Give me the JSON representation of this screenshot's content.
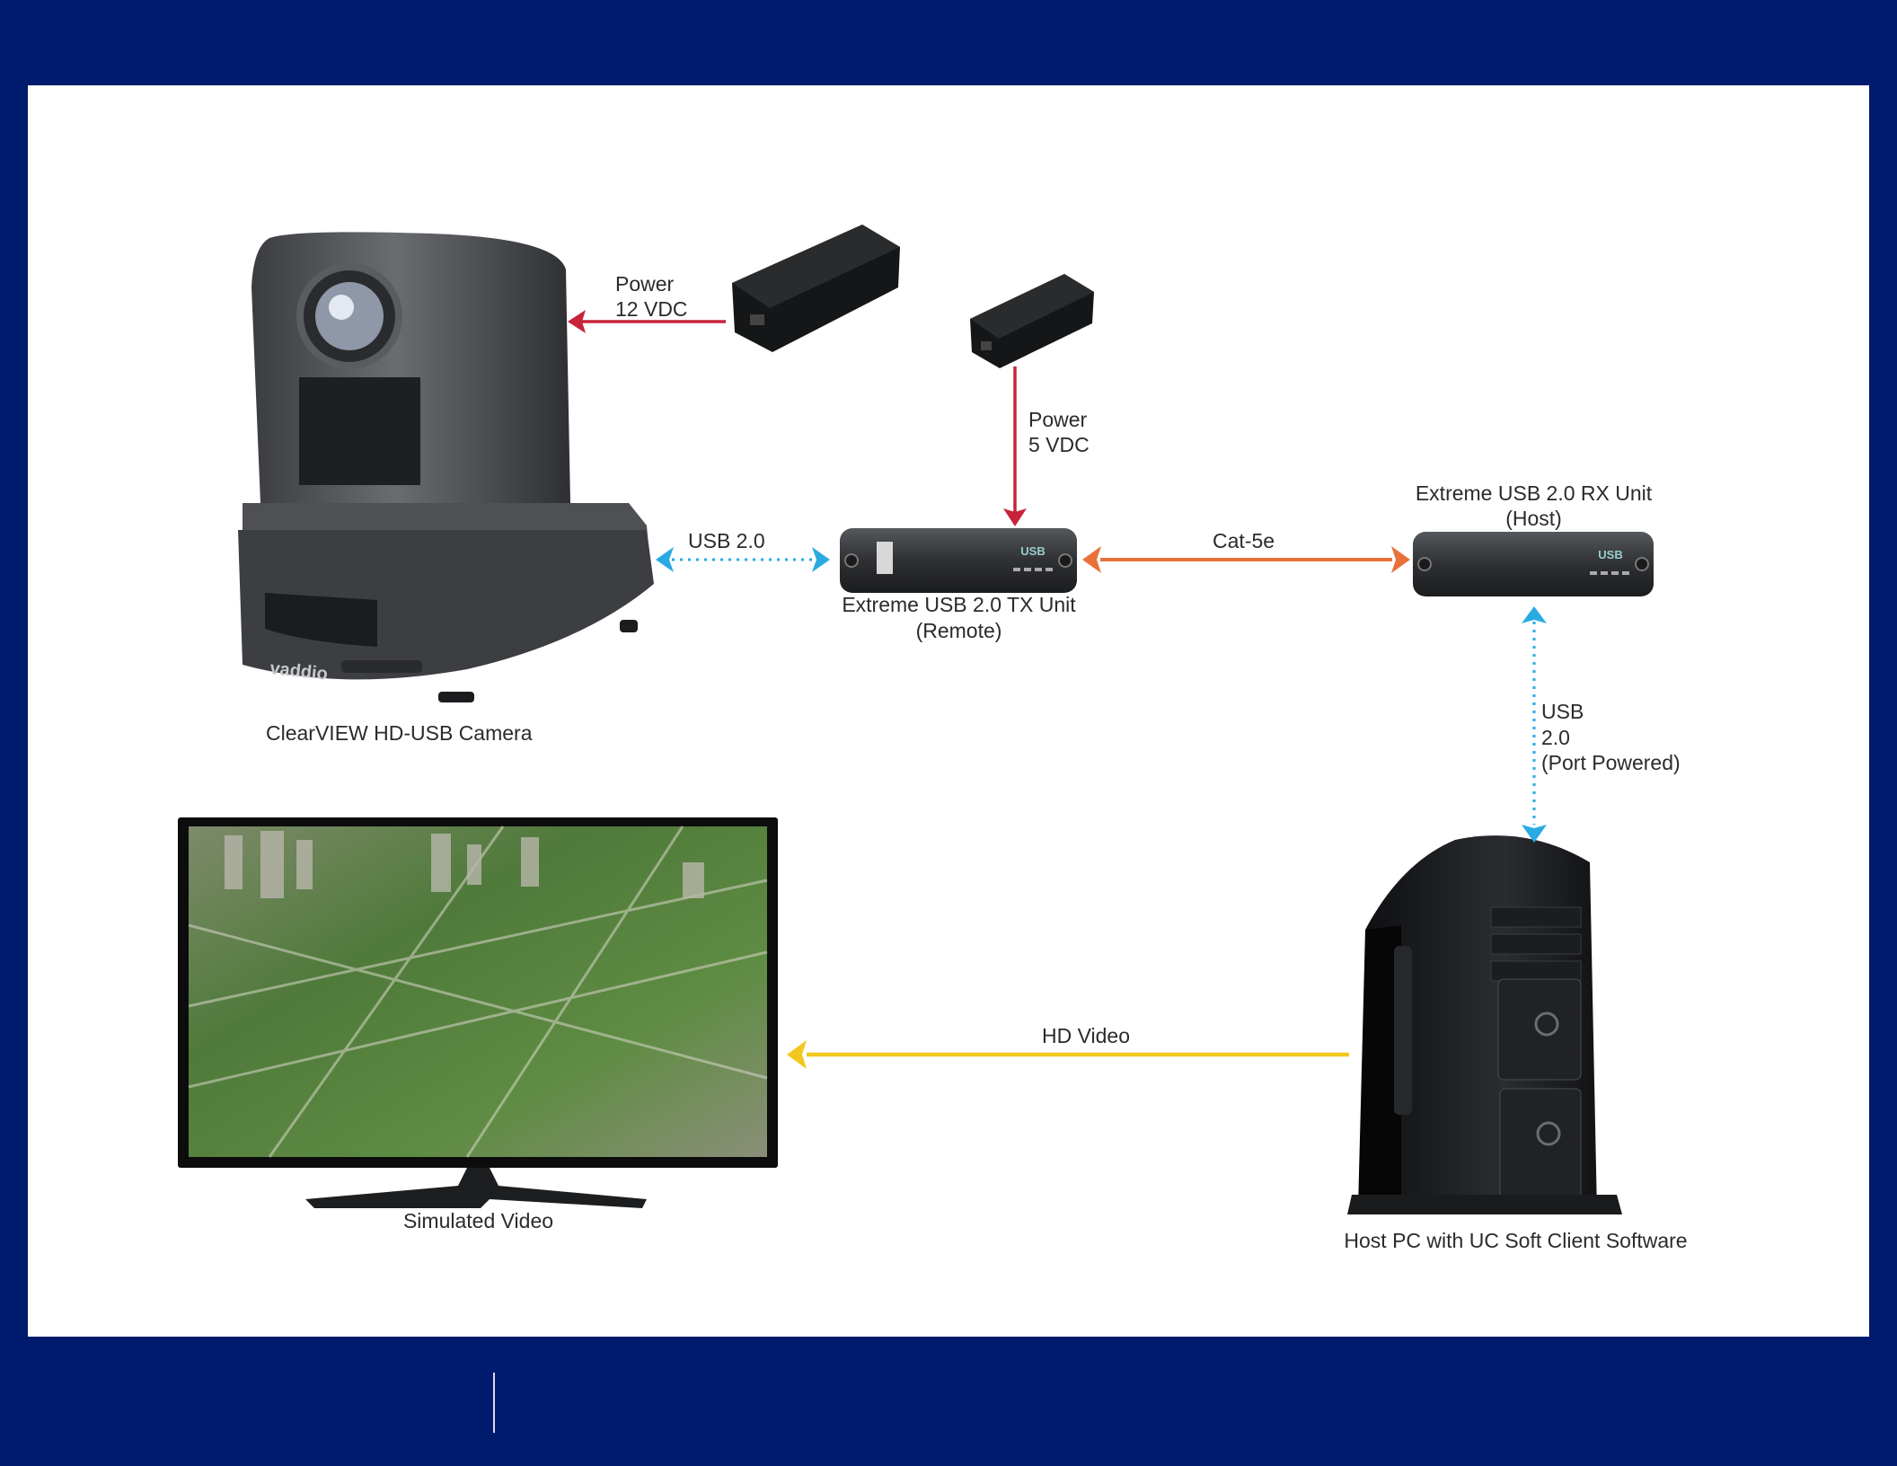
{
  "colors": {
    "frame": "#001a6e",
    "panel": "#ffffff",
    "power": "#c8233a",
    "usb": "#29abe2",
    "cat5e": "#e8713a",
    "hd_video": "#f2c81e"
  },
  "devices": {
    "camera": {
      "label": "ClearVIEW HD-USB Camera"
    },
    "tx_unit": {
      "label_line1": "Extreme USB 2.0 TX Unit",
      "label_line2": "(Remote)",
      "badge": "USB"
    },
    "rx_unit": {
      "label_line1": "Extreme USB 2.0 RX Unit",
      "label_line2": "(Host)",
      "badge": "USB"
    },
    "display": {
      "label": "Simulated Video"
    },
    "host_pc": {
      "label": "Host PC with UC Soft Client Software"
    },
    "camera_brand": "vaddio"
  },
  "connections": {
    "power_camera": {
      "line1": "Power",
      "line2": "12 VDC"
    },
    "power_tx": {
      "line1": "Power",
      "line2": "5 VDC"
    },
    "usb_camera_tx": {
      "label": "USB 2.0"
    },
    "cat5e": {
      "label": "Cat-5e"
    },
    "usb_rx_pc": {
      "line1": "USB",
      "line2": "2.0",
      "line3": "(Port Powered)"
    },
    "hd_video": {
      "label": "HD Video"
    }
  }
}
